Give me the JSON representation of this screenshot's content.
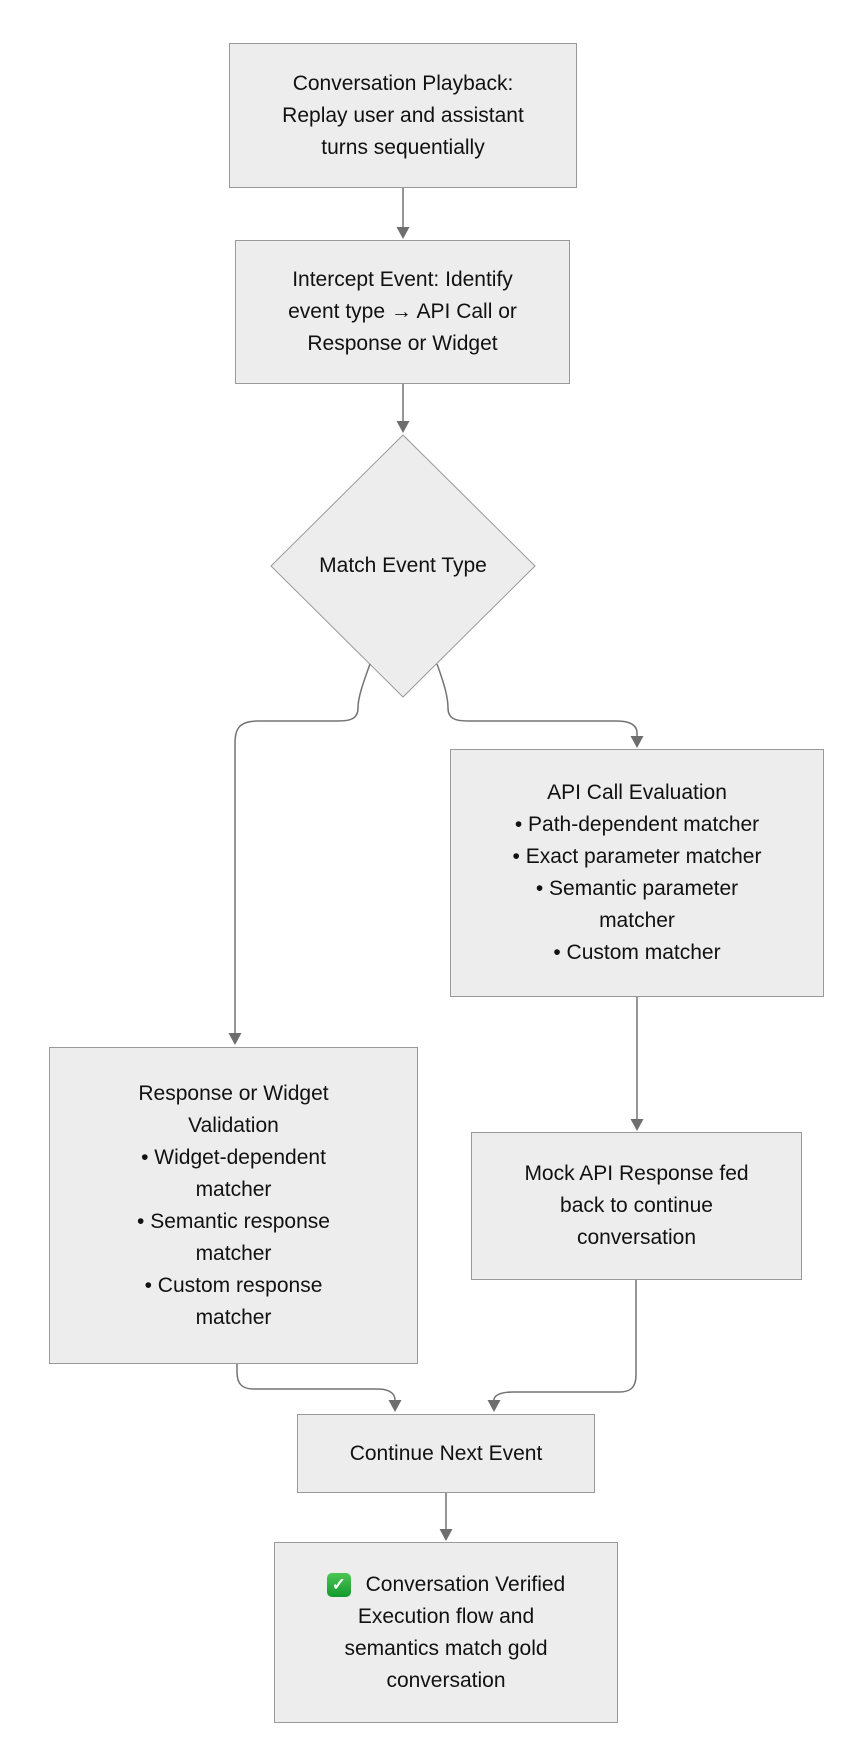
{
  "diagram": {
    "background_color": "#ffffff",
    "node_fill_color": "#ededed",
    "node_border_color": "#999999",
    "edge_color": "#737373",
    "text_color": "#111111",
    "check_icon_color": "#1ea33b"
  },
  "nodes": {
    "playback": {
      "lines": [
        "Conversation Playback:",
        "Replay user and assistant",
        "turns sequentially"
      ]
    },
    "intercept": {
      "lines": [
        "Intercept Event: Identify",
        "event type → API Call or",
        "Response or Widget"
      ]
    },
    "match": {
      "label": "Match Event Type"
    },
    "validation": {
      "lines": [
        "Response or Widget",
        "Validation",
        "• Widget-dependent",
        "matcher",
        "• Semantic response",
        "matcher",
        "• Custom response",
        "matcher"
      ]
    },
    "api_eval": {
      "lines": [
        "API Call Evaluation",
        "• Path-dependent matcher",
        "• Exact parameter matcher",
        "• Semantic parameter",
        "matcher",
        "• Custom matcher"
      ]
    },
    "mock_response": {
      "lines": [
        "Mock API Response fed",
        "back to continue",
        "conversation"
      ]
    },
    "continue_next": {
      "label": "Continue Next Event"
    },
    "verified": {
      "icon_glyph": "✓",
      "lines": [
        "Conversation Verified",
        "Execution flow and",
        "semantics match gold",
        "conversation"
      ]
    }
  }
}
